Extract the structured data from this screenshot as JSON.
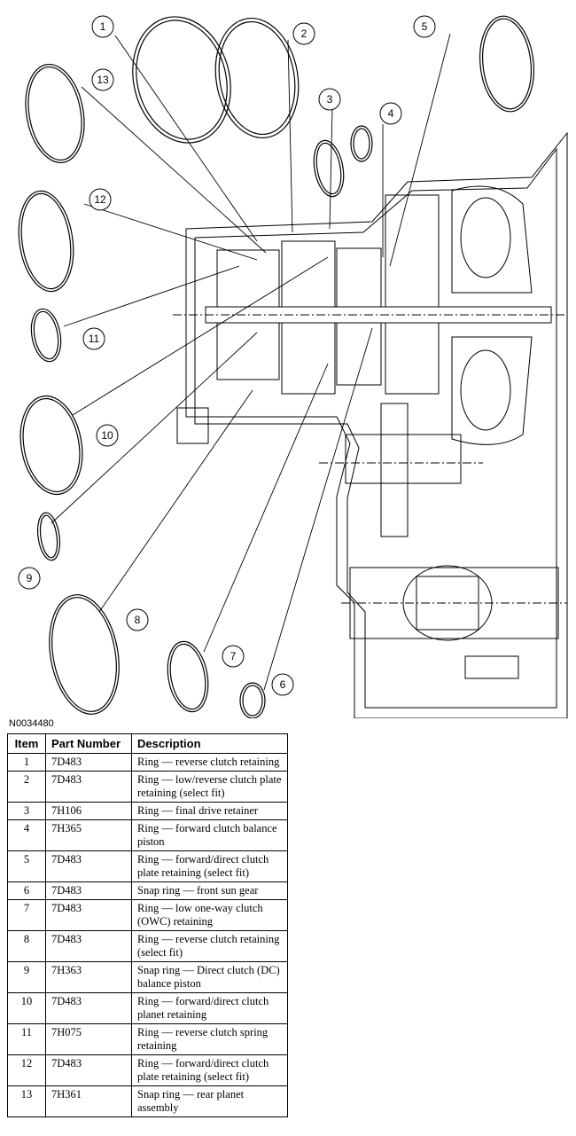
{
  "figure_id": "N0034480",
  "table": {
    "headers": [
      "Item",
      "Part Number",
      "Description"
    ],
    "rows": [
      {
        "item": "1",
        "part": "7D483",
        "desc": "Ring — reverse clutch retaining"
      },
      {
        "item": "2",
        "part": "7D483",
        "desc": "Ring — low/reverse clutch plate retaining (select fit)"
      },
      {
        "item": "3",
        "part": "7H106",
        "desc": "Ring — final drive retainer"
      },
      {
        "item": "4",
        "part": "7H365",
        "desc": "Ring — forward clutch balance piston"
      },
      {
        "item": "5",
        "part": "7D483",
        "desc": "Ring — forward/direct clutch plate retaining (select fit)"
      },
      {
        "item": "6",
        "part": "7D483",
        "desc": "Snap ring — front sun gear"
      },
      {
        "item": "7",
        "part": "7D483",
        "desc": "Ring — low one-way clutch (OWC) retaining"
      },
      {
        "item": "8",
        "part": "7D483",
        "desc": "Ring — reverse clutch retaining (select fit)"
      },
      {
        "item": "9",
        "part": "7H363",
        "desc": "Snap ring — Direct clutch (DC) balance piston"
      },
      {
        "item": "10",
        "part": "7D483",
        "desc": "Ring — forward/direct clutch planet retaining"
      },
      {
        "item": "11",
        "part": "7H075",
        "desc": "Ring — reverse clutch spring retaining"
      },
      {
        "item": "12",
        "part": "7D483",
        "desc": "Ring — forward/direct clutch plate retaining (select fit)"
      },
      {
        "item": "13",
        "part": "7H361",
        "desc": "Snap ring — rear planet assembly"
      }
    ]
  },
  "callouts": [
    "1",
    "2",
    "3",
    "4",
    "5",
    "6",
    "7",
    "8",
    "9",
    "10",
    "11",
    "12",
    "13"
  ]
}
